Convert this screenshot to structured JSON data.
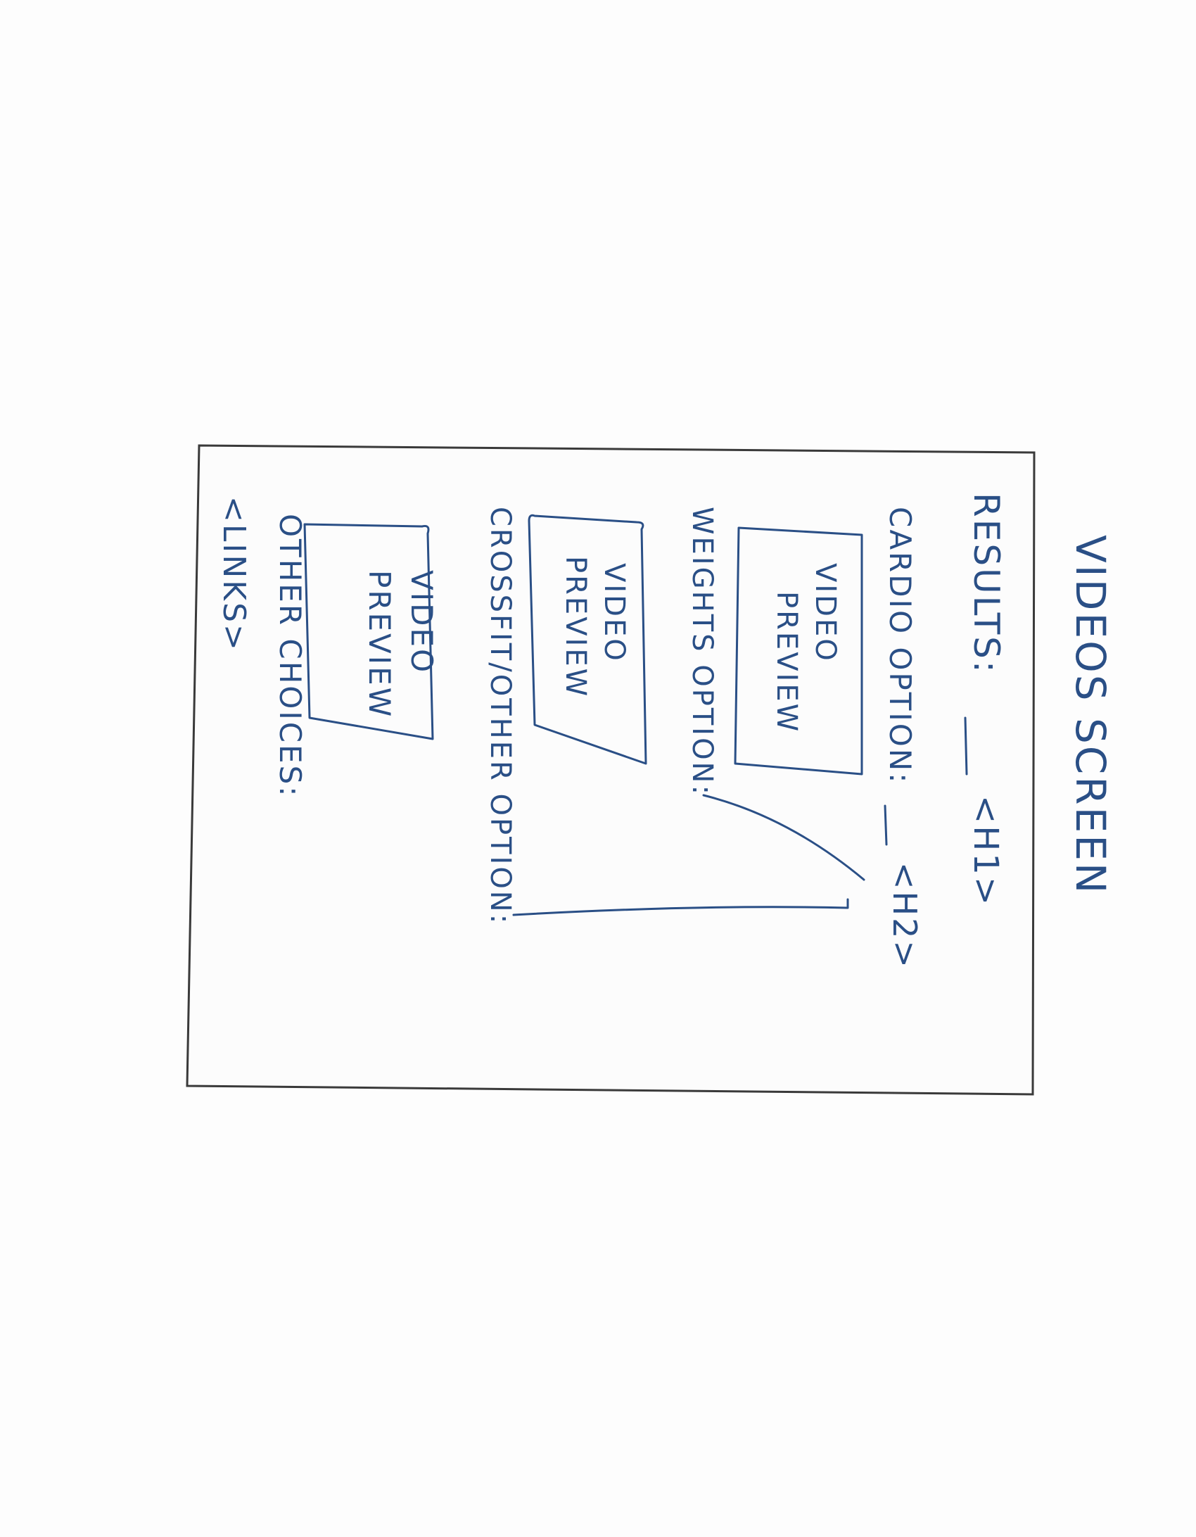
{
  "page_title": "VIDEOS SCREEN",
  "wireframe": {
    "results_label": "RESULTS:",
    "h1_tag": "<H1>",
    "cardio_label": "CARDIO OPTION:",
    "h2_tag": "<H2>",
    "weights_label": "WEIGHTS OPTION:",
    "crossfit_label": "CROSSFIT/OTHER OPTION:",
    "other_choices_label": "OTHER CHOICES:",
    "links_tag": "<LINKS>",
    "video_previews": [
      {
        "line1": "VIDEO",
        "line2": "PREVIEW"
      },
      {
        "line1": "VIDEO",
        "line2": "PREVIEW"
      },
      {
        "line1": "VIDEO",
        "line2": "PREVIEW"
      }
    ]
  },
  "colors": {
    "ink": "#2a4f86",
    "frame": "#3a3a3a",
    "paper": "#fdfdfd"
  }
}
